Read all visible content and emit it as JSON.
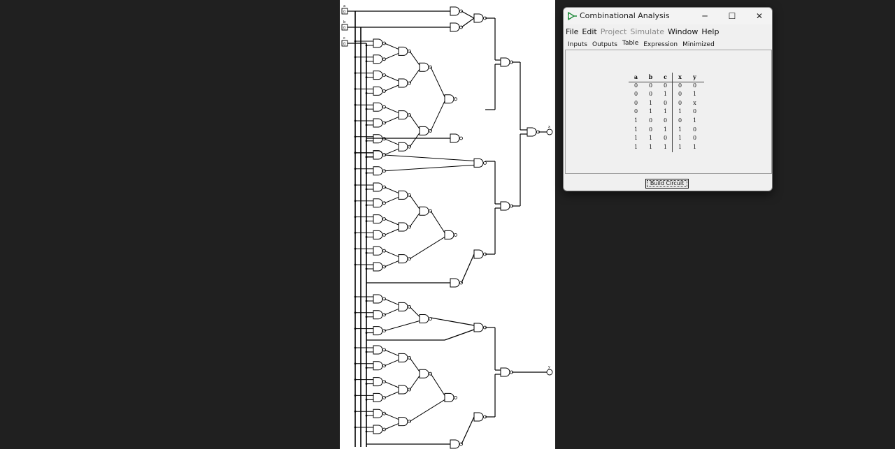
{
  "circuit": {
    "input_labels": [
      "a",
      "b",
      "c"
    ],
    "output_labels": [
      "x",
      "y"
    ],
    "pin_value": "0"
  },
  "window": {
    "title": "Combinational Analysis",
    "minimize_glyph": "─",
    "maximize_glyph": "☐",
    "close_glyph": "✕"
  },
  "menu": [
    "File",
    "Edit",
    "Project",
    "Simulate",
    "Window",
    "Help"
  ],
  "menu_disabled": [
    false,
    false,
    true,
    true,
    false,
    false
  ],
  "tabs": [
    "Inputs",
    "Outputs",
    "Table",
    "Expression",
    "Minimized"
  ],
  "active_tab": "Table",
  "truth_table": {
    "headers": [
      "a",
      "b",
      "c",
      "x",
      "y"
    ],
    "rows": [
      [
        "0",
        "0",
        "0",
        "0",
        "0"
      ],
      [
        "0",
        "0",
        "1",
        "0",
        "1"
      ],
      [
        "0",
        "1",
        "0",
        "0",
        "x"
      ],
      [
        "0",
        "1",
        "1",
        "1",
        "0"
      ],
      [
        "1",
        "0",
        "0",
        "0",
        "1"
      ],
      [
        "1",
        "0",
        "1",
        "1",
        "0"
      ],
      [
        "1",
        "1",
        "0",
        "1",
        "0"
      ],
      [
        "1",
        "1",
        "1",
        "1",
        "1"
      ]
    ]
  },
  "build_button_label": "Build Circuit",
  "colors": {
    "desktop": "#202020",
    "canvas": "#ffffff",
    "wire": "#000000",
    "window_bg": "#f0f0f0",
    "icon_green": "#1f8a3a"
  }
}
